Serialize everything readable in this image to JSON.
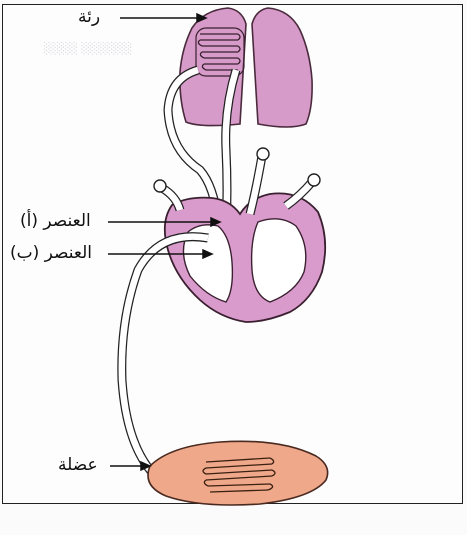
{
  "labels": {
    "lung": "رئة",
    "element_a": "العنصر (أ)",
    "element_b": "العنصر (ب)",
    "muscle": "عضلة"
  },
  "colors": {
    "lung": "#d69bc8",
    "lung_outline": "#4a2a3c",
    "heart": "#d99bcb",
    "muscle": "#f0a88a",
    "vessel": "#ffffff",
    "line": "#222222"
  }
}
